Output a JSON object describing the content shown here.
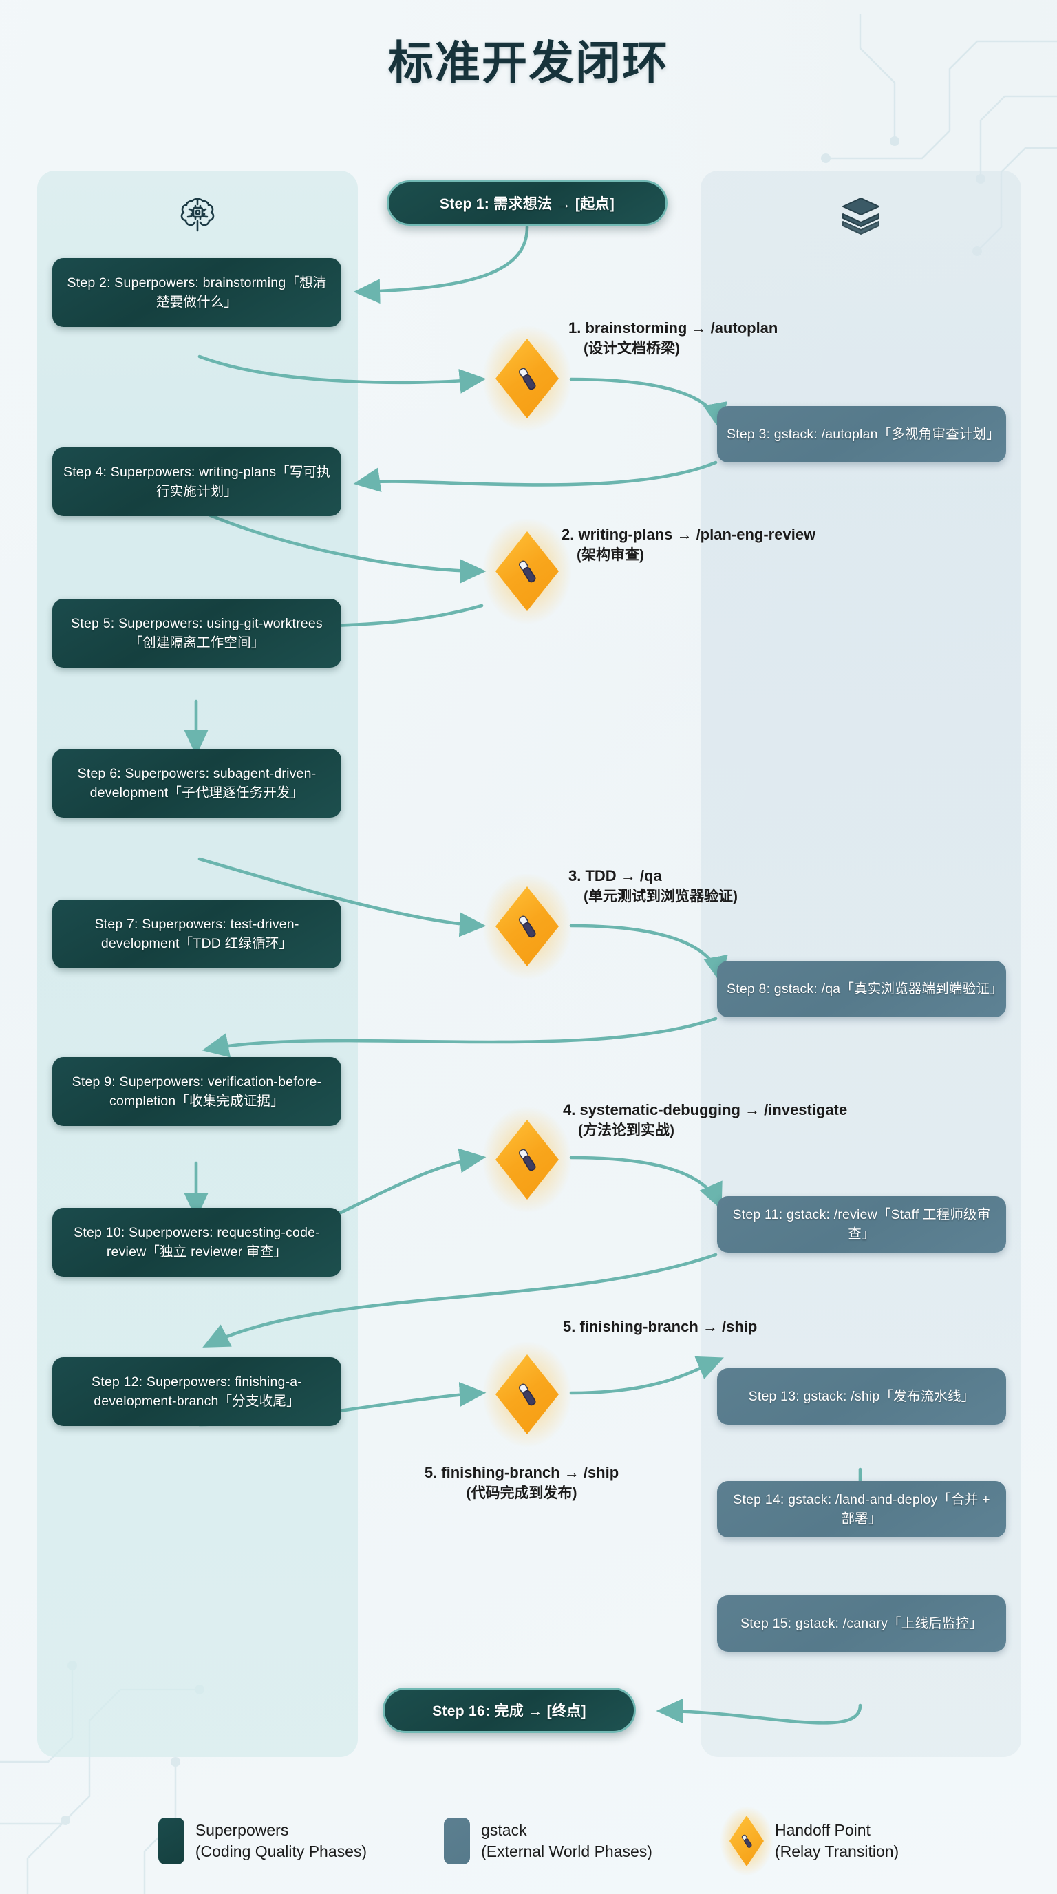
{
  "title": "标准开发闭环",
  "lanes": {
    "left": {
      "icon": "brain-chip-icon",
      "color": "#1b4b4c"
    },
    "right": {
      "icon": "stacked-layers-icon",
      "color": "#5c7f90"
    }
  },
  "start_pill": "Step 1: 需求想法 → [起点]",
  "end_pill": "Step 16: 完成 → [终点]",
  "left_nodes": [
    {
      "id": "step2",
      "text": "Step 2: Superpowers: brainstorming「想清楚要做什么」"
    },
    {
      "id": "step4",
      "text": "Step 4: Superpowers: writing-plans「写可执行实施计划」"
    },
    {
      "id": "step5",
      "text": "Step 5: Superpowers: using-git-worktrees「创建隔离工作空间」"
    },
    {
      "id": "step6",
      "text": "Step 6: Superpowers: subagent-driven-development「子代理逐任务开发」"
    },
    {
      "id": "step7",
      "text": "Step 7: Superpowers: test-driven-development「TDD 红绿循环」"
    },
    {
      "id": "step9",
      "text": "Step 9: Superpowers: verification-before-completion「收集完成证据」"
    },
    {
      "id": "step10",
      "text": "Step 10: Superpowers: requesting-code-review「独立 reviewer 审查」"
    },
    {
      "id": "step12",
      "text": "Step 12: Superpowers: finishing-a-development-branch「分支收尾」"
    }
  ],
  "right_nodes": [
    {
      "id": "step3",
      "text": "Step 3: gstack: /autoplan「多视角审查计划」"
    },
    {
      "id": "step8",
      "text": "Step 8: gstack: /qa「真实浏览器端到端验证」"
    },
    {
      "id": "step11",
      "text": "Step 11: gstack: /review「Staff 工程师级审查」"
    },
    {
      "id": "step13",
      "text": "Step 13: gstack: /ship「发布流水线」"
    },
    {
      "id": "step14",
      "text": "Step 14: gstack: /land-and-deploy「合并 + 部署」"
    },
    {
      "id": "step15",
      "text": "Step 15: gstack: /canary「上线后监控」"
    }
  ],
  "handoff_labels": [
    {
      "id": "h1",
      "line1": "1. brainstorming → /autoplan",
      "line2": "(设计文档桥梁)"
    },
    {
      "id": "h2",
      "line1": "2. writing-plans → /plan-eng-review",
      "line2": "(架构审查)"
    },
    {
      "id": "h3",
      "line1": "3. TDD → /qa",
      "line2": "(单元测试到浏览器验证)"
    },
    {
      "id": "h4",
      "line1": "4. systematic-debugging → /investigate",
      "line2": "(方法论到实战)"
    },
    {
      "id": "h5",
      "line1": "5. finishing-branch → /ship",
      "line2": ""
    },
    {
      "id": "h6",
      "line1": "5. finishing-branch → /ship",
      "line2": "(代码完成到发布)"
    }
  ],
  "legend": [
    {
      "id": "superpowers",
      "t1": "Superpowers",
      "t2": "(Coding Quality Phases)",
      "color": "#1b4b4c",
      "shape": "rounded-rect"
    },
    {
      "id": "gstack",
      "t1": "gstack",
      "t2": "(External World Phases)",
      "color": "#5c7f90",
      "shape": "rounded-rect"
    },
    {
      "id": "handoff",
      "t1": "Handoff Point",
      "t2": "(Relay Transition)",
      "color": "#f9a61c",
      "shape": "diamond"
    }
  ],
  "colors": {
    "edge": "#6bb5ae",
    "background": "#eef4f7",
    "superpowers": "#1b4b4c",
    "gstack": "#5c7f90",
    "handoff": "#f9a61c"
  }
}
